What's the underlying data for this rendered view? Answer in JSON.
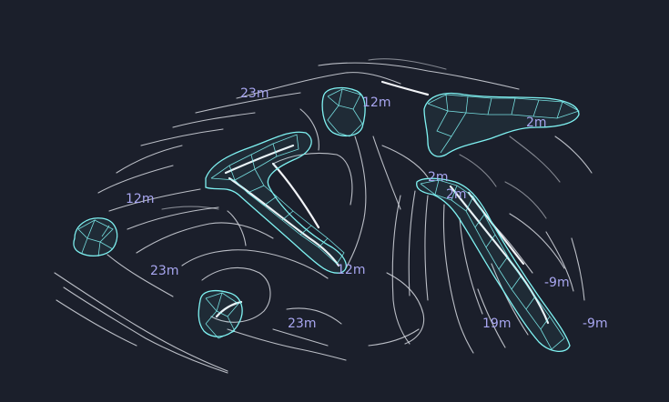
{
  "labels": {
    "l1": "23m",
    "l2": "12m",
    "l3": "2m",
    "l4": "12m",
    "l5": "2m",
    "l6": "2m",
    "l7": "23m",
    "l8": "12m",
    "l9": "23m",
    "l10": "-9m",
    "l11": "19m",
    "l12": "-9m"
  },
  "colors": {
    "background": "#1b1f2b",
    "contour": "#d7dae2",
    "mesh": "#7ff2f2",
    "label": "#a8a6f0"
  }
}
